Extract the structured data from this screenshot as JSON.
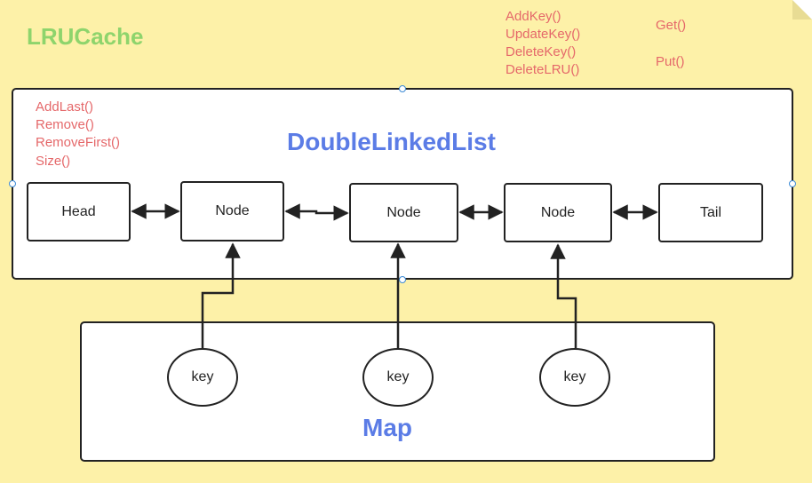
{
  "title": "LRUCache",
  "cache_methods_left": [
    "AddKey()",
    "UpdateKey()",
    "DeleteKey()",
    "DeleteLRU()"
  ],
  "cache_methods_right": [
    "Get()",
    "Put()"
  ],
  "list": {
    "label": "DoubleLinkedList",
    "methods": [
      "AddLast()",
      "Remove()",
      "RemoveFirst()",
      "Size()"
    ],
    "nodes": [
      "Head",
      "Node",
      "Node",
      "Node",
      "Tail"
    ]
  },
  "map": {
    "label": "Map",
    "keys": [
      "key",
      "key",
      "key"
    ]
  },
  "colors": {
    "background": "#fdf1a8",
    "title_green": "#8ed46c",
    "method_red": "#e5686a",
    "label_blue": "#5b7ce6",
    "stroke": "#222222"
  }
}
